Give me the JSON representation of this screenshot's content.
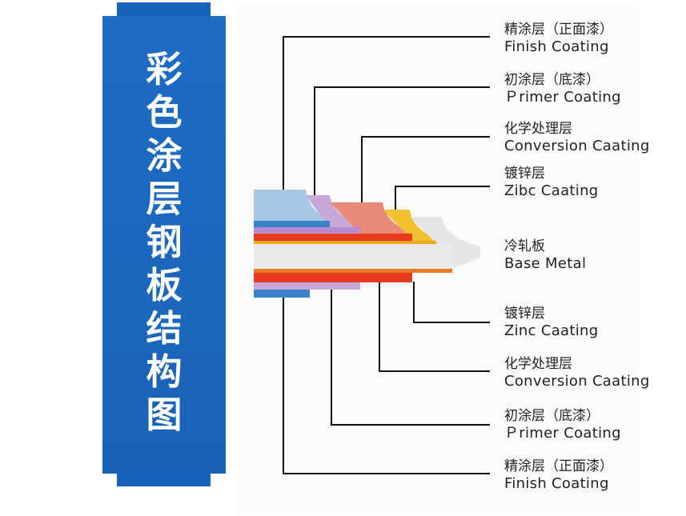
{
  "banner": {
    "title_chars": [
      "彩",
      "色",
      "涂",
      "层",
      "钢",
      "板",
      "结",
      "构",
      "图"
    ],
    "color": "#1a63b8"
  },
  "layers": [
    {
      "cn": "精涂层（正面漆）",
      "en": "Finish Coating"
    },
    {
      "cn": "初涂层（底漆）",
      "en": "Ｐrimer Coating"
    },
    {
      "cn": "化学处理层",
      "en": "Conversion Caating"
    },
    {
      "cn": "镀锌层",
      "en": "Zibc Caating"
    },
    {
      "cn": "冷轧板",
      "en": "Base Metal"
    },
    {
      "cn": "镀锌层",
      "en": "Zinc Caating"
    },
    {
      "cn": "化学处理层",
      "en": "Conversion Caating"
    },
    {
      "cn": "初涂层（底漆）",
      "en": "Ｐrimer Coating"
    },
    {
      "cn": "精涂层（正面漆）",
      "en": "Finish Coating"
    }
  ],
  "colors": {
    "finish": "#a8c8e8",
    "primer": "#c8a8d8",
    "conversion": "#e88a7a",
    "zinc": "#f0c030",
    "base": "#e6e6e6",
    "red_band": "#e63a1e",
    "blue_band": "#3a82c8"
  }
}
